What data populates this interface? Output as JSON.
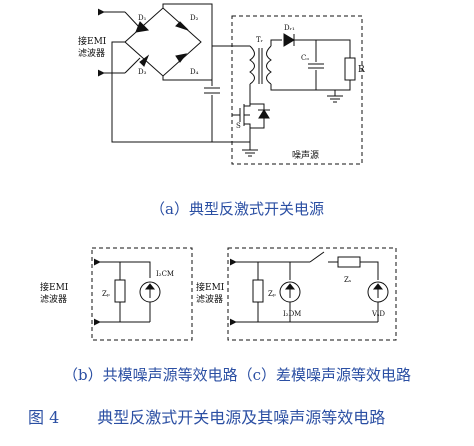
{
  "circuit_a": {
    "emi_label_1": "接EMI",
    "emi_label_2": "滤波器",
    "d1_top": "D₁",
    "d2_right": "D₂",
    "d3_bottom": "D₃",
    "d4_right": "D₄",
    "transformer": "Tᵣ",
    "diode_out": "Dᵣ₁",
    "cap_out": "Cₒ",
    "load": "R",
    "switch": "S",
    "noise_box": "噪声源"
  },
  "circuit_b": {
    "emi_label_1": "接EMI",
    "emi_label_2": "滤波器",
    "impedance": "Zₚ",
    "source": "I₂CM"
  },
  "circuit_c": {
    "emi_label_1": "接EMI",
    "emi_label_2": "滤波器",
    "impedance_p": "Zₚ",
    "source_i": "I₂DM",
    "impedance_s": "Zₛ",
    "source_v": "VₛD"
  },
  "captions": {
    "a": "（a）典型反激式开关电源",
    "bc": "（b）共模噪声源等效电路（c）差模噪声源等效电路",
    "fig_num": "图 4",
    "fig_title": "典型反激式开关电源及其噪声源等效电路"
  }
}
